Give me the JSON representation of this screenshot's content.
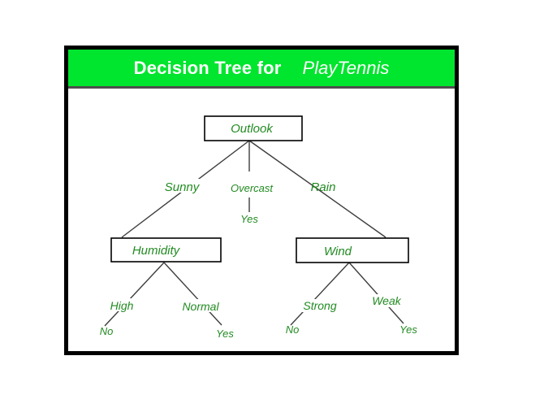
{
  "title": {
    "prefix": "Decision Tree for",
    "subject": "PlayTennis"
  },
  "colors": {
    "banner": "#00e52e",
    "label_text": "#228b22",
    "branch_line": "#3d3d3d",
    "frame_border": "#000000",
    "banner_underline": "#4d4d4d"
  },
  "tree": {
    "root": "Outlook",
    "nodes": {
      "humidity": "Humidity",
      "wind": "Wind"
    },
    "branches": {
      "sunny": "Sunny",
      "overcast": "Overcast",
      "rain": "Rain",
      "high": "High",
      "normal": "Normal",
      "strong": "Strong",
      "weak": "Weak"
    },
    "leaves": {
      "overcast": "Yes",
      "high": "No",
      "normal": "Yes",
      "strong": "No",
      "weak": "Yes"
    }
  }
}
